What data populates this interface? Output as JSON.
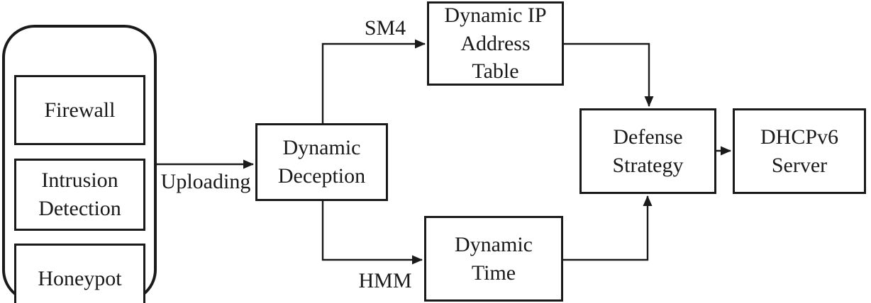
{
  "diagram": {
    "title": "dynamic-deception-defense-flow",
    "colors": {
      "stroke": "#1a1a1a",
      "text": "#1a1a1a",
      "background": "#ffffff"
    },
    "group": {
      "items": [
        {
          "label": "Firewall"
        },
        {
          "label": "Intrusion\nDetection"
        },
        {
          "label": "Honeypot"
        }
      ]
    },
    "nodes": {
      "dynamic_deception": {
        "label": "Dynamic\nDeception"
      },
      "dynamic_ip_table": {
        "label": "Dynamic IP\nAddress\nTable"
      },
      "dynamic_time": {
        "label": "Dynamic\nTime"
      },
      "defense_strategy": {
        "label": "Defense\nStrategy"
      },
      "dhcpv6_server": {
        "label": "DHCPv6\nServer"
      }
    },
    "edge_labels": {
      "uploading": "Uploading",
      "sm4": "SM4",
      "hmm": "HMM"
    },
    "edges": [
      {
        "from": "sensor-group",
        "to": "dynamic_deception",
        "label": "Uploading"
      },
      {
        "from": "dynamic_deception",
        "to": "dynamic_ip_table",
        "label": "SM4"
      },
      {
        "from": "dynamic_deception",
        "to": "dynamic_time",
        "label": "HMM"
      },
      {
        "from": "dynamic_ip_table",
        "to": "defense_strategy",
        "label": ""
      },
      {
        "from": "dynamic_time",
        "to": "defense_strategy",
        "label": ""
      },
      {
        "from": "defense_strategy",
        "to": "dhcpv6_server",
        "label": ""
      }
    ]
  }
}
